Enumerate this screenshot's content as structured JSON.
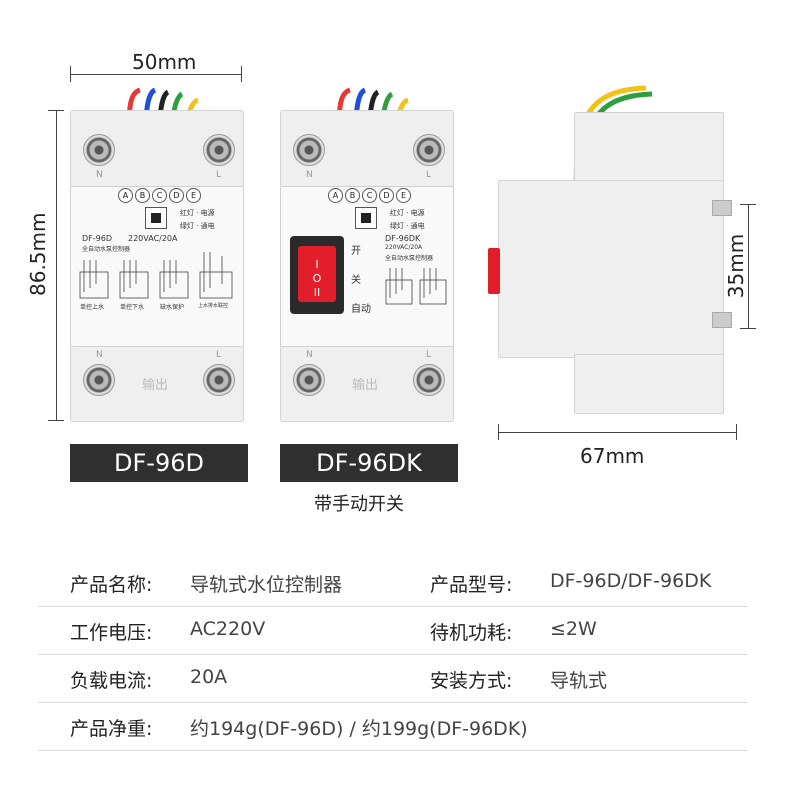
{
  "dimensions": {
    "width_top": "50mm",
    "height_left": "86.5mm",
    "depth_bottom": "67mm",
    "height_right": "35mm"
  },
  "device1": {
    "name": "DF-96D",
    "model_text": "DF-96D",
    "rating": "220VAC/20A",
    "desc": "全自动水泵控制器",
    "legend_red": "红灯 · 电源",
    "legend_green": "绿灯 · 通电",
    "top_left": "N",
    "top_right": "L",
    "bottom_left": "N",
    "bottom_right": "L",
    "output": "输出",
    "terms": [
      "A",
      "B",
      "C",
      "D",
      "E"
    ],
    "modes": [
      "单控上水",
      "单控下水",
      "缺水保护",
      "上水排水联控"
    ]
  },
  "device2": {
    "name": "DF-96DK",
    "model_text": "DF-96DK",
    "rating": "220VAC/20A",
    "desc": "全自动水泵控制器",
    "legend_red": "红灯 · 电源",
    "legend_green": "绿灯 · 通电",
    "top_left": "N",
    "top_right": "L",
    "bottom_left": "N",
    "bottom_right": "L",
    "output": "输出",
    "terms": [
      "A",
      "B",
      "C",
      "D",
      "E"
    ],
    "sw_on": "开",
    "sw_off": "关",
    "sw_auto": "自动",
    "subtitle": "带手动开关"
  },
  "colors": {
    "wire_red": "#e53935",
    "wire_blue": "#1e4fd8",
    "wire_black": "#222222",
    "wire_green": "#2e9e3e",
    "wire_yellow": "#f2c21a",
    "switch_red": "#e21e2a",
    "namebar": "#2f2f2f"
  },
  "specs": [
    {
      "label": "产品名称:",
      "value": "导轨式水位控制器",
      "label2": "产品型号:",
      "value2": "DF-96D/DF-96DK"
    },
    {
      "label": "工作电压:",
      "value": "AC220V",
      "label2": "待机功耗:",
      "value2": "≤2W"
    },
    {
      "label": "负载电流:",
      "value": "20A",
      "label2": "安装方式:",
      "value2": "导轨式"
    },
    {
      "label": "产品净重:",
      "value": "约194g(DF-96D) / 约199g(DF-96DK)",
      "label2": "",
      "value2": ""
    }
  ]
}
